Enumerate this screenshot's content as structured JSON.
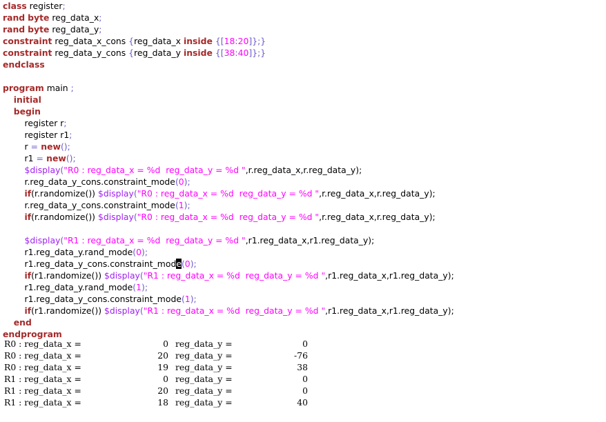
{
  "code": {
    "l1": {
      "kw": "class",
      "rest": " register",
      "semi": ";"
    },
    "l2": {
      "kw1": "rand",
      "kw2": "byte",
      "rest": " reg_data_x",
      "semi": ";"
    },
    "l3": {
      "kw1": "rand",
      "kw2": "byte",
      "rest": " reg_data_y",
      "semi": ";"
    },
    "l4": {
      "kw": "constraint",
      "name": " reg_data_x_cons ",
      "ob": "{",
      "v": "reg_data_x ",
      "kw2": "inside",
      "set": " {",
      "br1": "[",
      "lo": "18",
      "colon": ":",
      "hi": "20",
      "br2": "]",
      "cb": "};}"
    },
    "l5": {
      "kw": "constraint",
      "name": " reg_data_y_cons ",
      "ob": "{",
      "v": "reg_data_y ",
      "kw2": "inside",
      "set": " {",
      "br1": "[",
      "lo": "38",
      "colon": ":",
      "hi": "40",
      "br2": "]",
      "cb": "};}"
    },
    "l6": {
      "kw": "endclass"
    },
    "l7": {
      "kw": "program",
      "rest": " main ",
      "semi": ";"
    },
    "l8": {
      "kw": "initial"
    },
    "l9": {
      "kw": "begin"
    },
    "l10": {
      "text": "register r",
      "semi": ";"
    },
    "l11": {
      "text": "register r1",
      "semi": ";"
    },
    "l12": {
      "lhs": "r ",
      "eq": "=",
      "kw": " new",
      "tail": "();"
    },
    "l13": {
      "lhs": "r1 ",
      "eq": "=",
      "kw": " new",
      "tail": "();"
    },
    "disp": "$display",
    "fmt_r0": "\"R0 : reg_data_x = %d  reg_data_y = %d \"",
    "fmt_r1": "\"R1 : reg_data_x = %d  reg_data_y = %d \"",
    "args_r": ",r.reg_data_x,r.reg_data_y);",
    "args_r1": ",r1.reg_data_x,r1.reg_data_y);",
    "if_kw": "if",
    "rand_r": "(r.randomize()) ",
    "rand_r1": "(r1.randomize()) ",
    "l15": {
      "a": "r.reg_data_y_cons.constraint_mode",
      "p": "(",
      "n": "0",
      "c": ");"
    },
    "l17": {
      "a": "r.reg_data_y_cons.constraint_mode",
      "p": "(",
      "n": "1",
      "c": ");"
    },
    "l21": {
      "a": "r1.reg_data_y.rand_mode",
      "p": "(",
      "n": "0",
      "c": ");"
    },
    "l22": {
      "a": "r1.reg_data_y_cons.constraint_mod",
      "cur": "e",
      "p": "(",
      "n": "0",
      "c": ");"
    },
    "l24": {
      "a": "r1.reg_data_y.rand_mode",
      "p": "(",
      "n": "1",
      "c": ");"
    },
    "l25": {
      "a": "r1.reg_data_y_cons.constraint_mode",
      "p": "(",
      "n": "1",
      "c": ");"
    },
    "l27": {
      "kw": "end"
    },
    "l28": {
      "kw": "endprogram"
    }
  },
  "output": [
    {
      "label": "R0 : reg_data_x =",
      "x": "0",
      "ylabel": "reg_data_y =",
      "y": "0"
    },
    {
      "label": "R0 : reg_data_x =",
      "x": "20",
      "ylabel": "reg_data_y =",
      "y": "-76"
    },
    {
      "label": "R0 : reg_data_x =",
      "x": "19",
      "ylabel": "reg_data_y =",
      "y": "38"
    },
    {
      "label": "R1 : reg_data_x =",
      "x": "0",
      "ylabel": "reg_data_y =",
      "y": "0"
    },
    {
      "label": "R1 : reg_data_x =",
      "x": "20",
      "ylabel": "reg_data_y =",
      "y": "0"
    },
    {
      "label": "R1 : reg_data_x =",
      "x": "18",
      "ylabel": "reg_data_y =",
      "y": "40"
    }
  ],
  "colors": {
    "keyword": "#a52a2a",
    "paren": "#6a5acd",
    "string": "#ff00ff",
    "function": "#a020f0",
    "text": "#000000",
    "background": "#ffffff"
  }
}
